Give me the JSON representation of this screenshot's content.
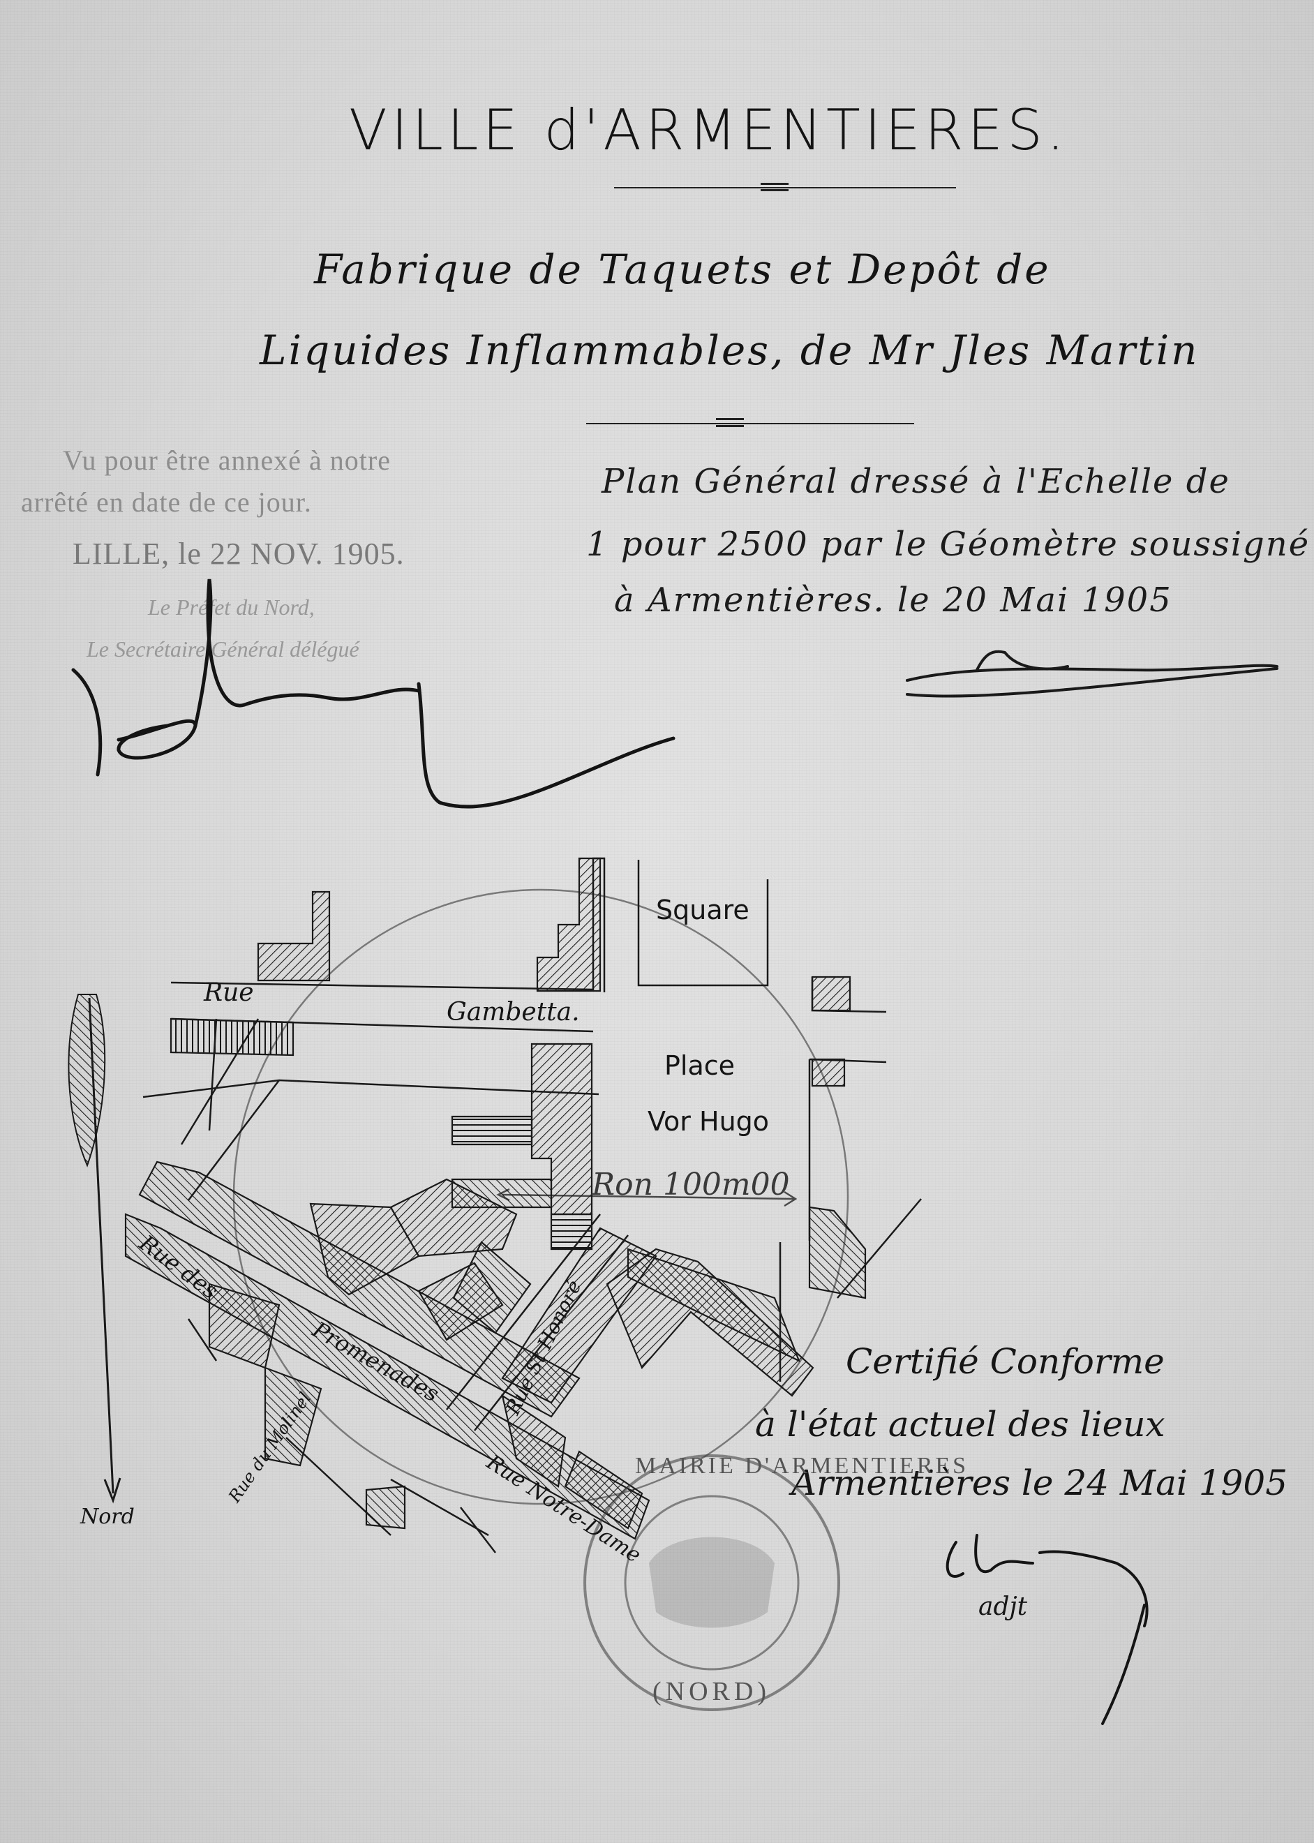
{
  "header": {
    "title": "VILLE d'ARMENTIERES.",
    "subtitle_line1": "Fabrique de Taquets et Depôt de",
    "subtitle_line2": "Liquides Inflammables, de Mr Jles Martin"
  },
  "plan_note": {
    "line1": "Plan Général dressé à l'Echelle de",
    "line2": "1 pour 2500 par le Géomètre soussigné",
    "line3": "à Armentières. le 20 Mai 1905"
  },
  "prefecture_stamp": {
    "line1": "Vu pour être annexé à notre",
    "line2": "arrêté en date de ce jour.",
    "line3": "LILLE, le 22 NOV. 1905.",
    "line4": "Le Préfet du Nord,",
    "line5": "Le Secrétaire Général délégué"
  },
  "map": {
    "street_rue": "Rue",
    "street_gambetta": "Gambetta.",
    "square": "Square",
    "place_line1": "Place",
    "place_line2": "Vor Hugo",
    "radius": "Ron 100m00",
    "rue_des": "Rue des",
    "promenades": "Promenades",
    "rue_du_molinel": "Rue du Molinel",
    "rue_st_honore": "Rue St Honoré",
    "rue_notre_dame": "Rue Notre-Dame",
    "north": "Nord"
  },
  "certification": {
    "line1": "Certifié Conforme",
    "line2": "à l'état actuel des lieux",
    "line3": "Armentières le 24 Mai 1905"
  },
  "mayor_seal": {
    "text_top": "MAIRIE D'ARMENTIERES",
    "text_bottom": "(NORD)"
  },
  "mayor_signature": {
    "title": "adjt"
  }
}
